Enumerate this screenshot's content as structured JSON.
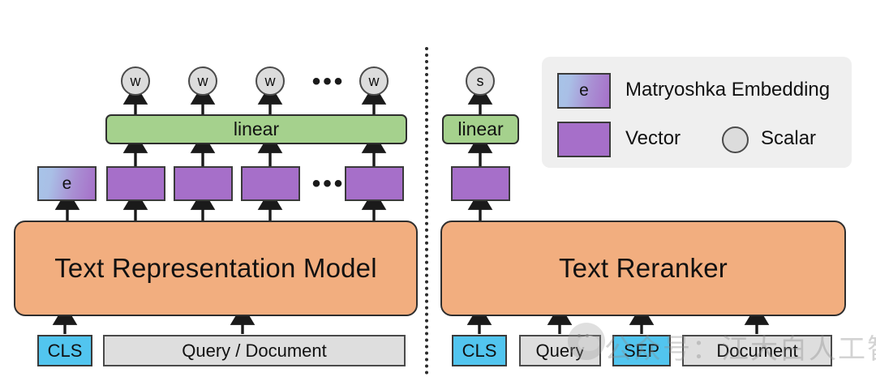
{
  "figure": {
    "panels": [
      {
        "id": "text-representation",
        "model_label": "Text Representation Model",
        "projection_label": "linear",
        "outputs": [
          {
            "label": "w"
          },
          {
            "label": "w"
          },
          {
            "label": "w"
          },
          {
            "label": "w"
          }
        ],
        "output_ellipsis": "•••",
        "vectors": [
          {
            "label": "e",
            "kind": "matryoshka"
          },
          {
            "label": "",
            "kind": "vector"
          },
          {
            "label": "",
            "kind": "vector"
          },
          {
            "label": "",
            "kind": "vector"
          },
          {
            "label": "",
            "kind": "vector"
          }
        ],
        "vector_ellipsis": "•••",
        "inputs": [
          {
            "label": "CLS",
            "kind": "special"
          },
          {
            "label": "Query / Document",
            "kind": "text"
          }
        ]
      },
      {
        "id": "text-reranker",
        "model_label": "Text Reranker",
        "projection_label": "linear",
        "outputs": [
          {
            "label": "s"
          }
        ],
        "vectors": [
          {
            "label": "",
            "kind": "vector"
          }
        ],
        "inputs": [
          {
            "label": "CLS",
            "kind": "special"
          },
          {
            "label": "Query",
            "kind": "text"
          },
          {
            "label": "SEP",
            "kind": "special"
          },
          {
            "label": "Document",
            "kind": "text"
          }
        ]
      }
    ],
    "legend": {
      "entries": [
        {
          "swatch": "matryoshka",
          "swatch_label": "e",
          "label": "Matryoshka Embedding"
        },
        {
          "swatch": "vector",
          "swatch_label": "",
          "label": "Vector"
        },
        {
          "swatch": "scalar-circle",
          "swatch_label": "",
          "label": "Scalar"
        }
      ]
    },
    "watermark": {
      "text": "公众号：江大白人工智能"
    },
    "colors": {
      "model": "#f2ae7f",
      "projection": "#a5d18d",
      "vector": "#a66fc9",
      "special_token": "#52c5ef",
      "text_token": "#dedede",
      "scalar": "#dcdcdc",
      "legend_bg": "#efefef",
      "stroke": "#2e2e2e"
    }
  }
}
